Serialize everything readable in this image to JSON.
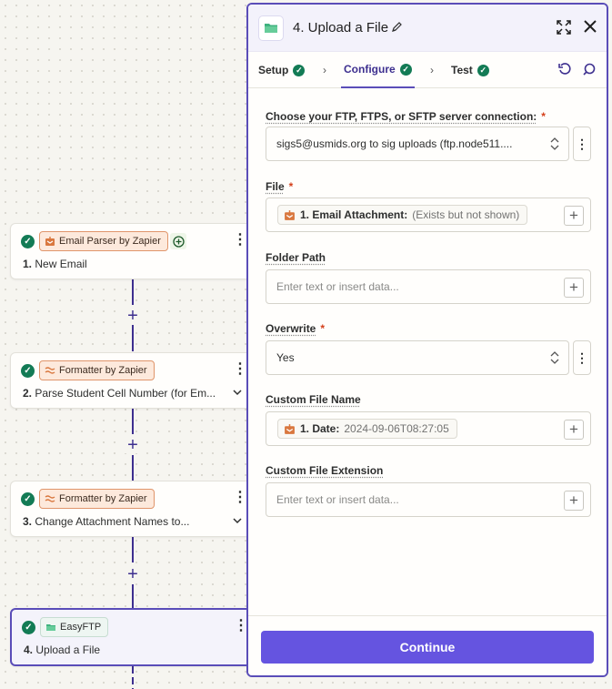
{
  "canvas": {
    "steps": [
      {
        "chip": "Email Parser by Zapier",
        "title_num": "1.",
        "title": "New Email"
      },
      {
        "chip": "Formatter by Zapier",
        "title_num": "2.",
        "title": "Parse Student Cell Number (for Em..."
      },
      {
        "chip": "Formatter by Zapier",
        "title_num": "3.",
        "title": "Change Attachment Names to..."
      },
      {
        "chip": "EasyFTP",
        "title_num": "4.",
        "title": "Upload a File"
      }
    ]
  },
  "panel": {
    "title": "4. Upload a File",
    "tabs": [
      "Setup",
      "Configure",
      "Test"
    ],
    "fields": {
      "connection": {
        "label": "Choose your FTP, FTPS, or SFTP server connection:",
        "value": "sigs5@usmids.org to sig uploads (ftp.node511...."
      },
      "file": {
        "label": "File",
        "pill_label": "1. Email Attachment:",
        "pill_value": "(Exists but not shown)"
      },
      "folder_path": {
        "label": "Folder Path",
        "placeholder": "Enter text or insert data..."
      },
      "overwrite": {
        "label": "Overwrite",
        "value": "Yes"
      },
      "custom_file_name": {
        "label": "Custom File Name",
        "pill_label": "1. Date:",
        "pill_value": "2024-09-06T08:27:05"
      },
      "custom_file_extension": {
        "label": "Custom File Extension",
        "placeholder": "Enter text or insert data..."
      }
    },
    "required_mark": "*",
    "continue_label": "Continue"
  },
  "colors": {
    "accent": "#6554e0",
    "border_active": "#5a4db8",
    "success": "#137b55",
    "required": "#d4401b"
  }
}
